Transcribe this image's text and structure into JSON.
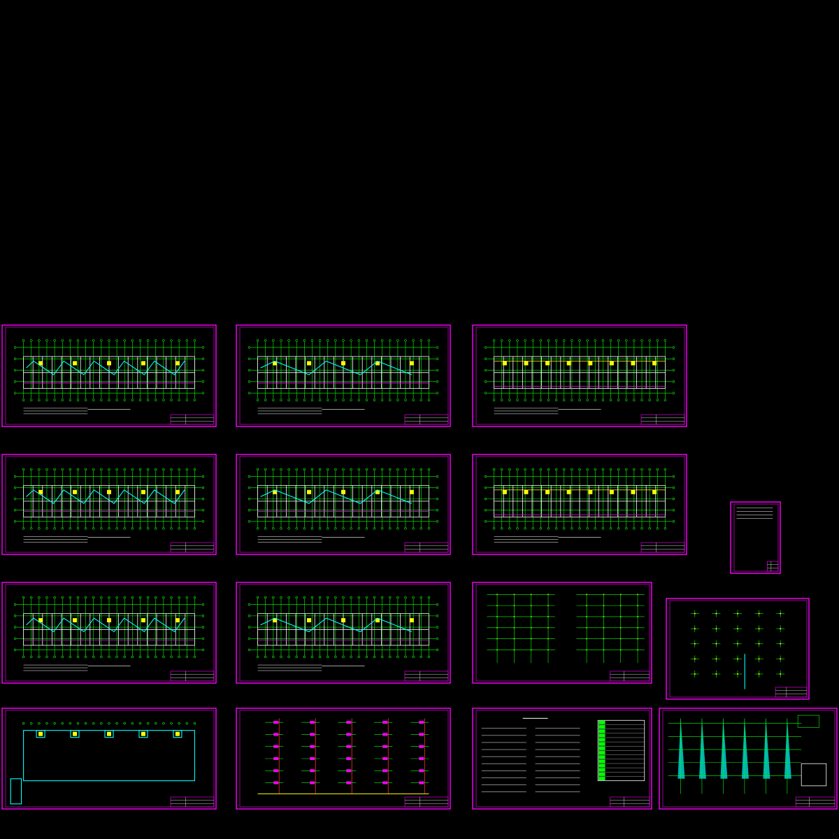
{
  "viewer": {
    "background": "#000000",
    "frame_color": "#ff00ff",
    "colors": {
      "grid": "#00ff00",
      "pipe": "#00ffff",
      "fixture": "#ffff00",
      "wall": "#ffffff",
      "riser": "#ff3030"
    }
  },
  "sheets": [
    {
      "id": "s1",
      "kind": "plan",
      "variant": "dense"
    },
    {
      "id": "s2",
      "kind": "plan",
      "variant": "light"
    },
    {
      "id": "s3",
      "kind": "plan",
      "variant": "rooms"
    },
    {
      "id": "s4",
      "kind": "plan",
      "variant": "dense"
    },
    {
      "id": "s5",
      "kind": "plan",
      "variant": "light"
    },
    {
      "id": "s6",
      "kind": "plan",
      "variant": "rooms"
    },
    {
      "id": "s7",
      "kind": "notes",
      "variant": "portrait"
    },
    {
      "id": "s8",
      "kind": "plan",
      "variant": "dense"
    },
    {
      "id": "s9",
      "kind": "plan",
      "variant": "light"
    },
    {
      "id": "s10",
      "kind": "riser",
      "variant": "double"
    },
    {
      "id": "s11",
      "kind": "riser",
      "variant": "grid"
    },
    {
      "id": "s12",
      "kind": "roof",
      "variant": "cyan"
    },
    {
      "id": "s13",
      "kind": "system",
      "variant": "magenta"
    },
    {
      "id": "s14",
      "kind": "notes",
      "variant": "design"
    },
    {
      "id": "s15",
      "kind": "system",
      "variant": "cyan"
    }
  ]
}
